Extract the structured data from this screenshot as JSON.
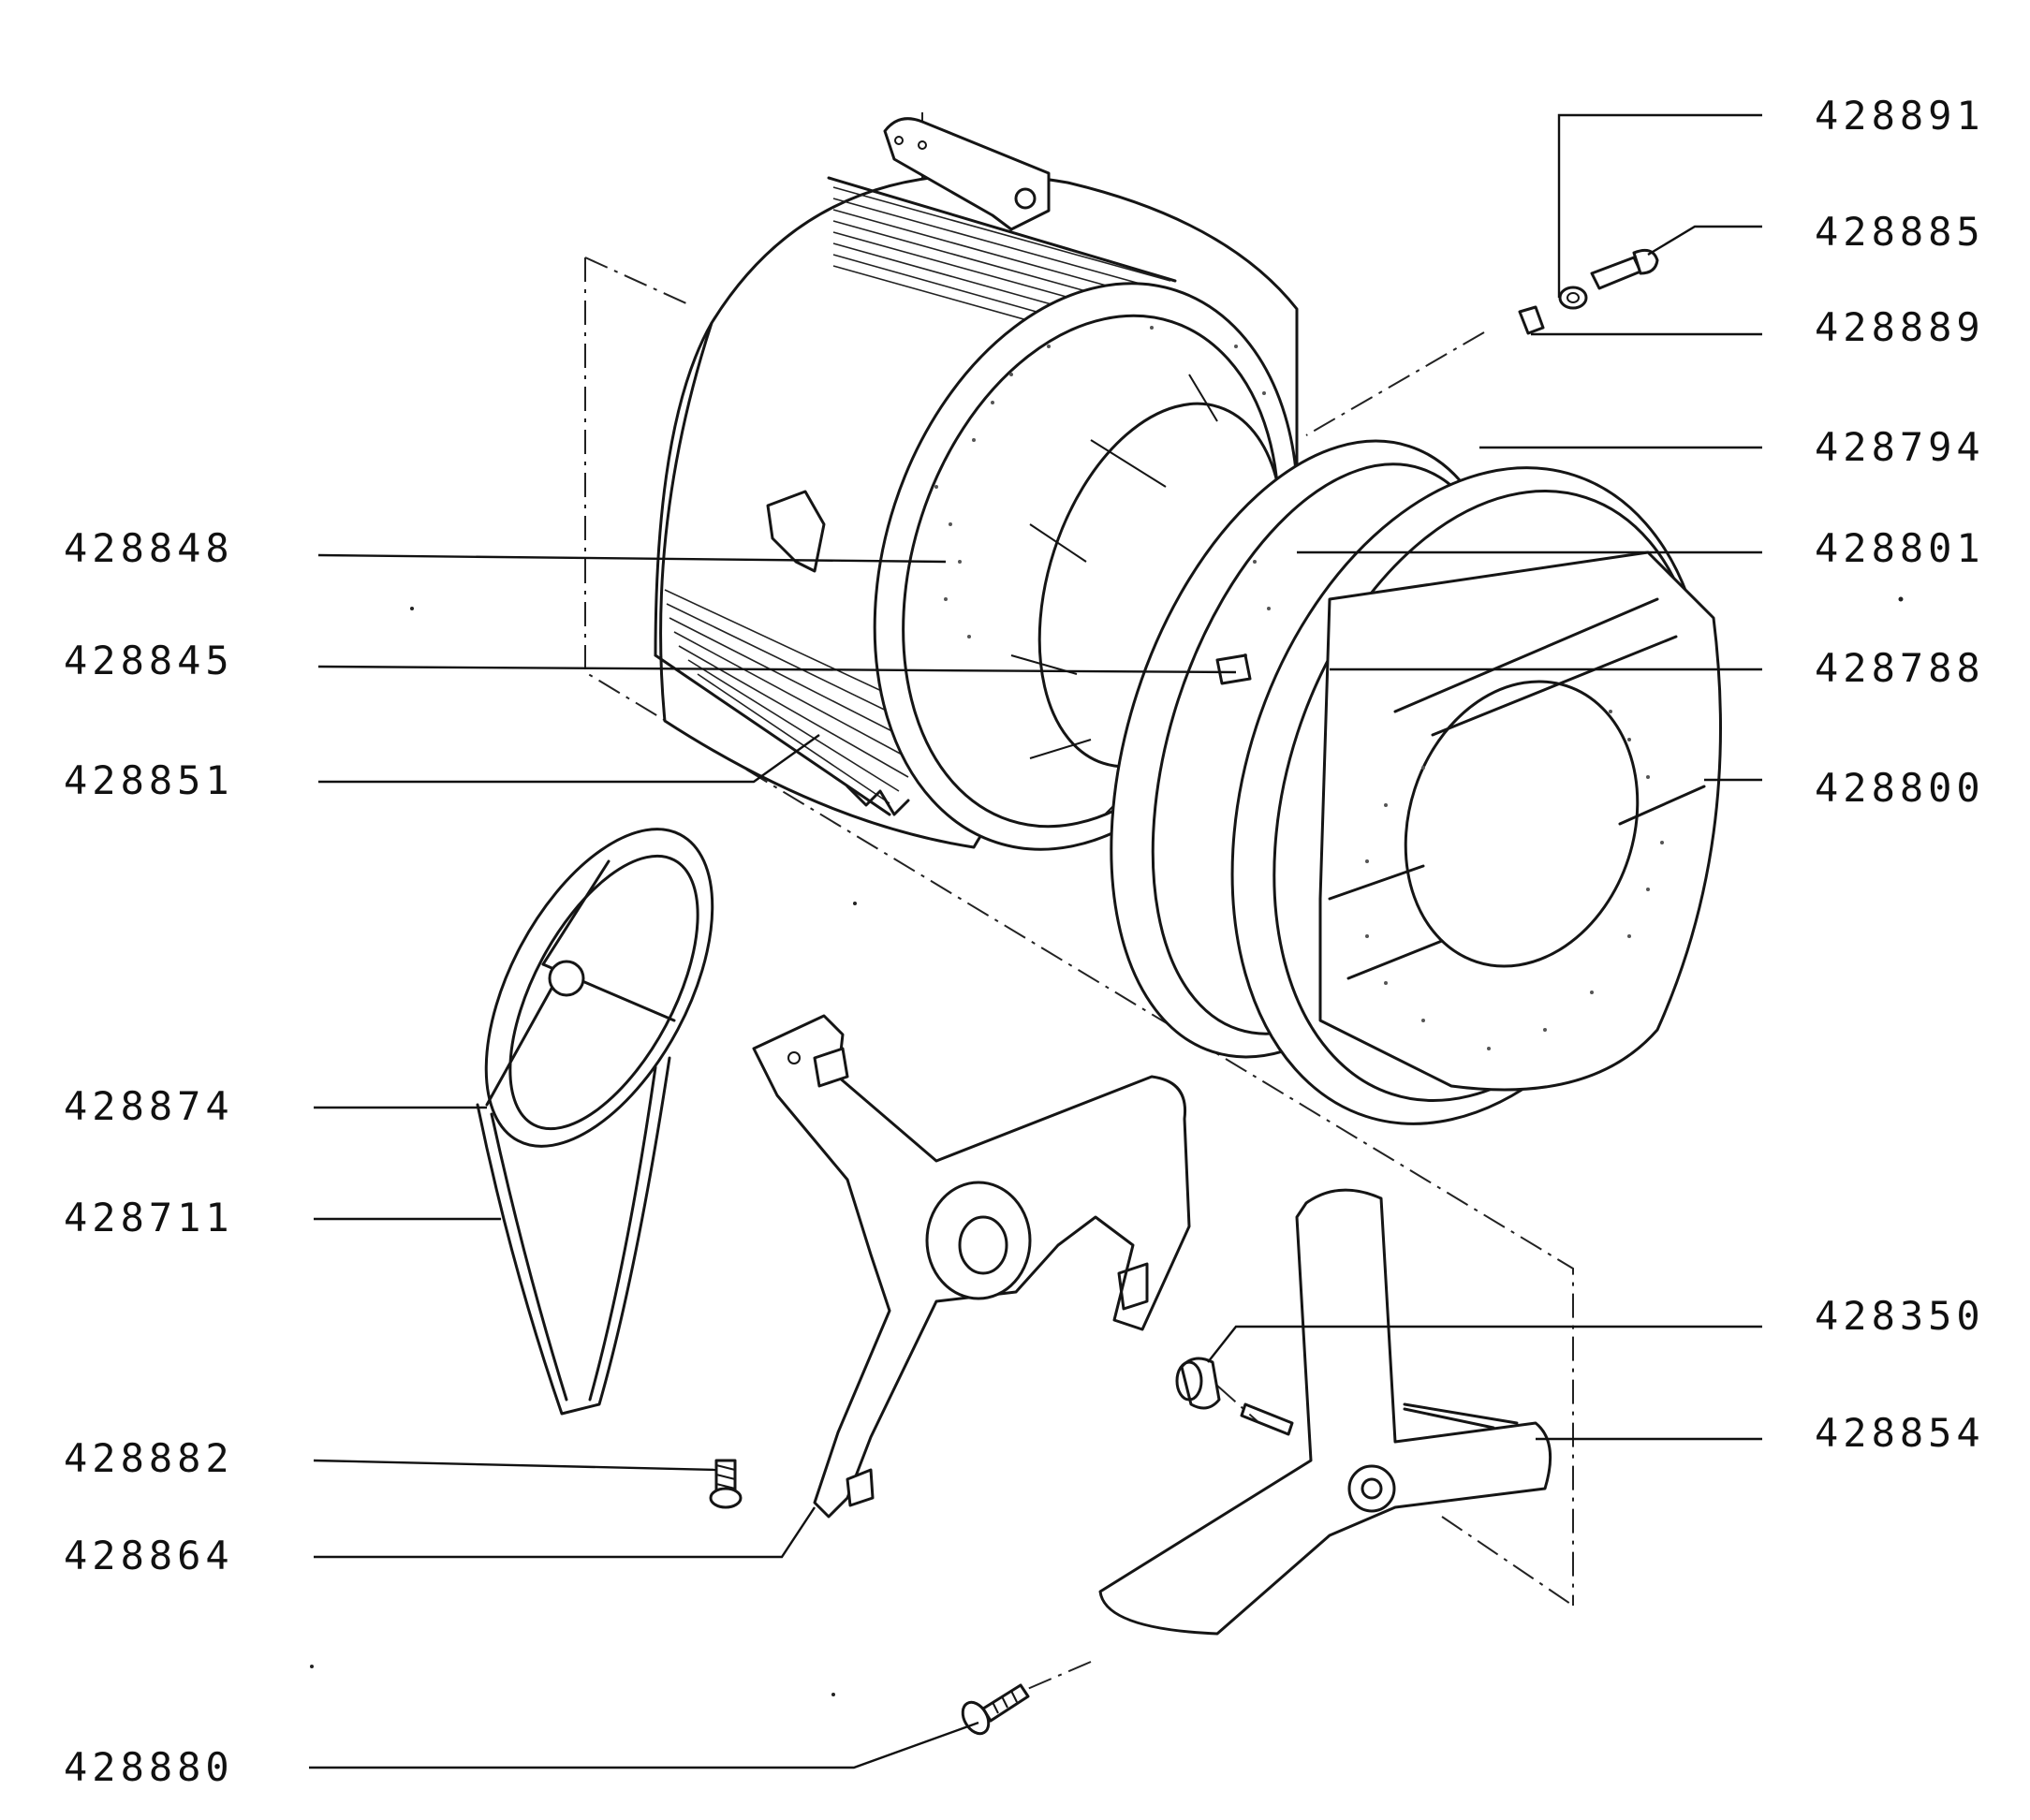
{
  "diagram": {
    "labels_left": [
      {
        "id": "428848",
        "text": "428848"
      },
      {
        "id": "428845",
        "text": "428845"
      },
      {
        "id": "428851",
        "text": "428851"
      },
      {
        "id": "428874",
        "text": "428874"
      },
      {
        "id": "428711",
        "text": "428711"
      },
      {
        "id": "428882",
        "text": "428882"
      },
      {
        "id": "428864",
        "text": "428864"
      },
      {
        "id": "428880",
        "text": "428880"
      }
    ],
    "labels_right": [
      {
        "id": "428891",
        "text": "428891"
      },
      {
        "id": "428885",
        "text": "428885"
      },
      {
        "id": "428889",
        "text": "428889"
      },
      {
        "id": "428794",
        "text": "428794"
      },
      {
        "id": "428801",
        "text": "428801"
      },
      {
        "id": "428788",
        "text": "428788"
      },
      {
        "id": "428800",
        "text": "428800"
      },
      {
        "id": "428350",
        "text": "428350"
      },
      {
        "id": "428854",
        "text": "428854"
      }
    ]
  }
}
